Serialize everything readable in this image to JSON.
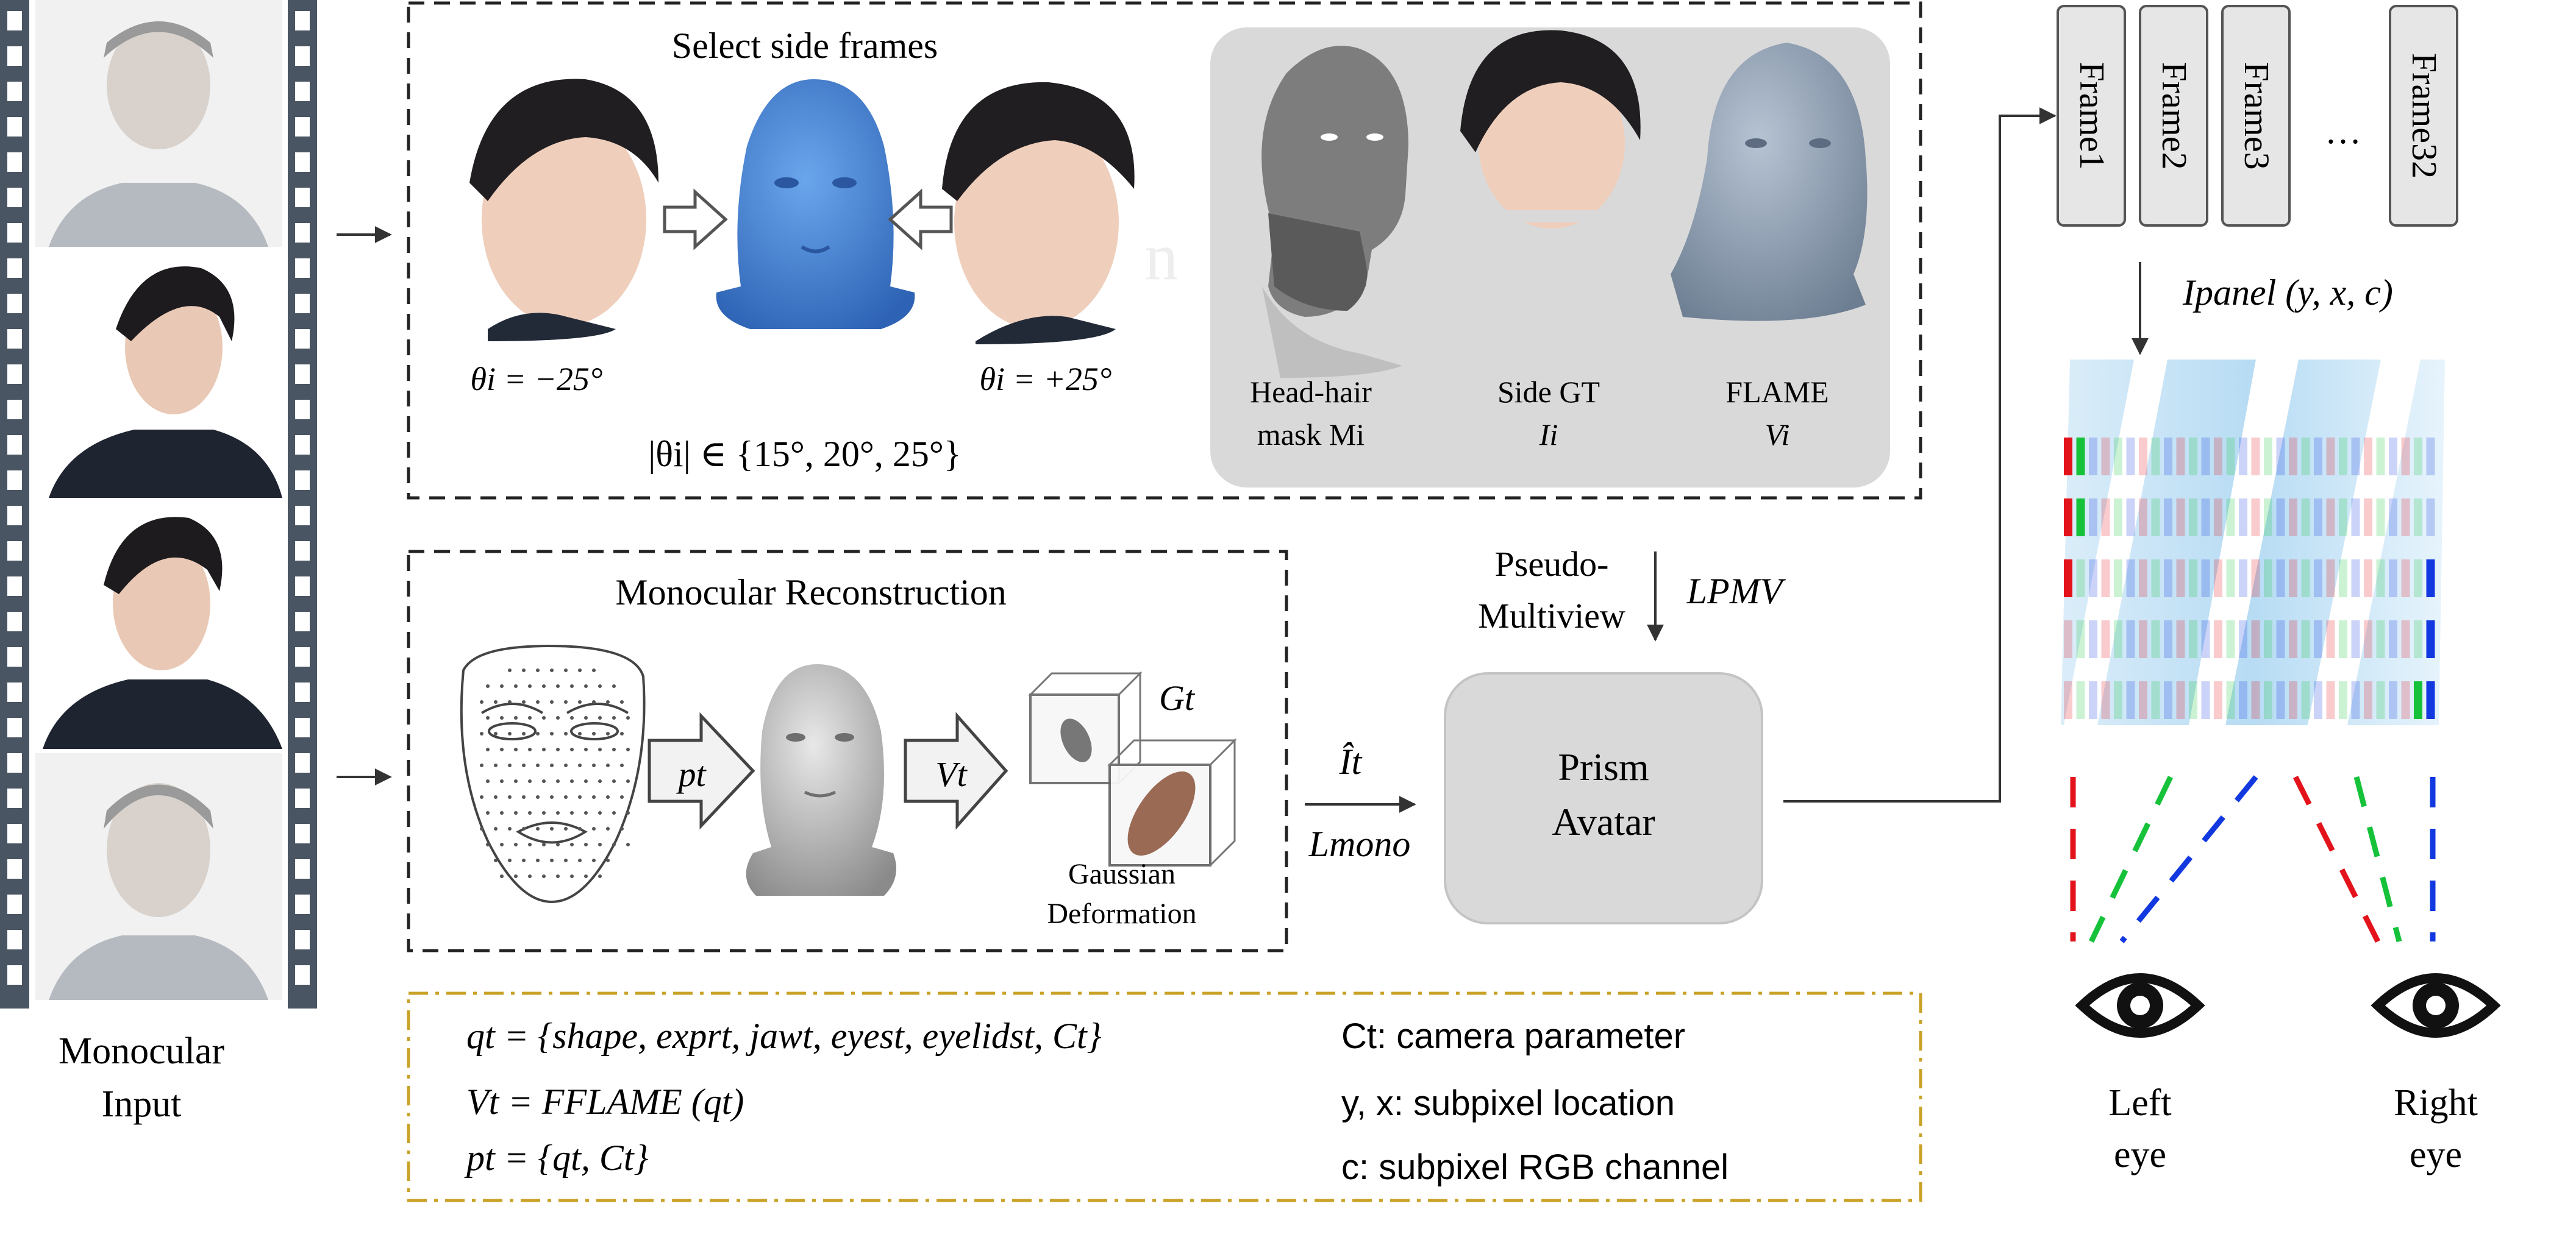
{
  "input": {
    "label_line1": "Monocular",
    "label_line2": "Input"
  },
  "side_frames": {
    "title": "Select side frames",
    "theta_left": "θi = −25°",
    "theta_right": "θi = +25°",
    "theta_set": "|θi| ∈ {15°, 20°, 25°}",
    "stray_glyph": "n",
    "panel": {
      "mask_label_line1": "Head-hair",
      "mask_label_line2": "mask Mi",
      "side_gt_label": "Side GT",
      "side_gt_symbol": "Ii",
      "flame_label": "FLAME",
      "flame_symbol": "Vi"
    }
  },
  "mono_recon": {
    "title": "Monocular Reconstruction",
    "p_label": "pt",
    "v_label": "Vt",
    "g_label": "Gt",
    "gaussian_line1": "Gaussian",
    "gaussian_line2": "Deformation"
  },
  "mono_loss": {
    "i_hat": "Ît",
    "l_mono": "Lmono"
  },
  "pseudo_mv": {
    "line1": "Pseudo-",
    "line2": "Multiview",
    "loss": "LPMV"
  },
  "prism": {
    "line1": "Prism",
    "line2": "Avatar"
  },
  "frames": {
    "items": [
      "Frame1",
      "Frame2",
      "Frame3",
      "Frame32"
    ],
    "ellipsis": "…",
    "panel_label": "Ipanel (y, x, c)"
  },
  "eyes": {
    "left_line1": "Left",
    "left_line2": "eye",
    "right_line1": "Right",
    "right_line2": "eye"
  },
  "legend": {
    "q_eq": "qt = {shape, exprt, jawt, eyest, eyelidst, Ct}",
    "v_eq": "Vt = FFLAME (qt)",
    "p_eq": "pt = {qt, Ct}",
    "c_def": "Ct: camera parameter",
    "yx_def": "y, x: subpixel location",
    "c_channel_def": "c: subpixel RGB channel"
  },
  "colors": {
    "legend_border": "#c9a227",
    "prism_fill": "#d9d9d9",
    "face_blue": "#3f7fcf",
    "film_strip": "#4a5563",
    "red": "#e3131c",
    "green": "#16c23a",
    "blue": "#1238e0"
  }
}
